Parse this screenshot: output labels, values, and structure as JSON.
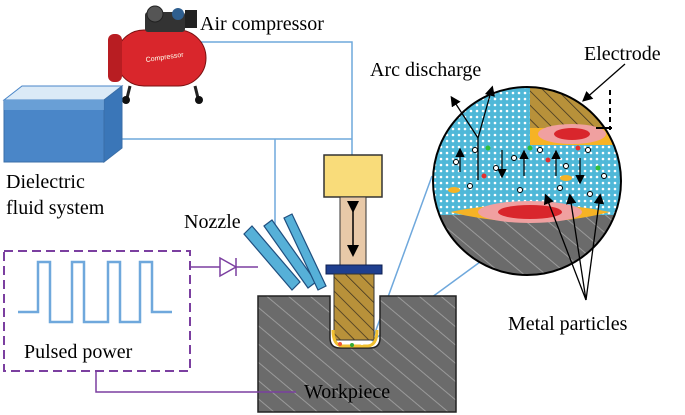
{
  "labels": {
    "air_compressor": "Air compressor",
    "arc_discharge": "Arc discharge",
    "electrode": "Electrode",
    "dielectric_line1": "Dielectric",
    "dielectric_line2": "fluid system",
    "nozzle": "Nozzle",
    "pulsed_power": "Pulsed power",
    "metal_particles": "Metal particles",
    "workpiece": "Workpiece"
  },
  "compressor_brand": "Compressor",
  "colors": {
    "line_blue": "#6fa8dc",
    "pulse_purple": "#7b3fa0",
    "electrode_yellow": "#f9dc7a",
    "electrode_body": "#c9b98f",
    "holder_blue": "#1f3f8f",
    "compressor_red": "#d9262c",
    "fluid_blue": "#4a86c8",
    "workpiece_gray": "#6e6e6e",
    "zoom_cyan": "#56c4e0"
  },
  "icons": {
    "compressor": "air-compressor-icon",
    "tank": "fluid-tank-icon",
    "diode": "diode-icon"
  }
}
